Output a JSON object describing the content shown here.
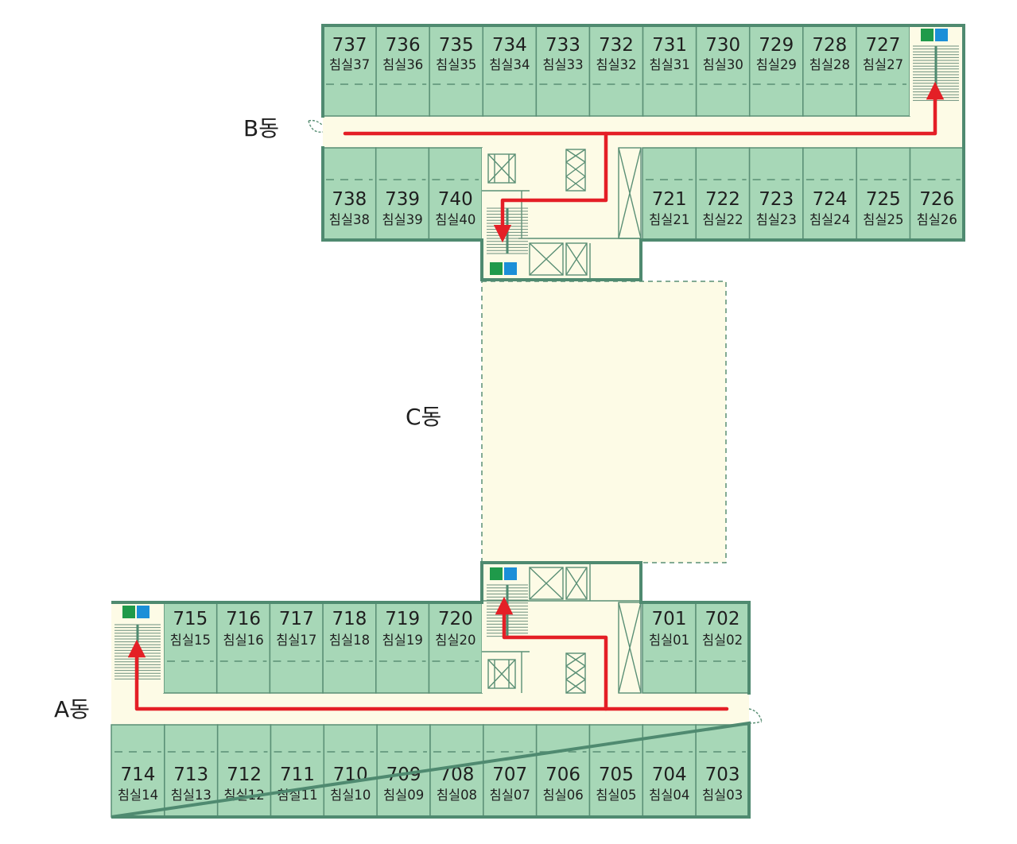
{
  "wings": {
    "a": "A동",
    "b": "B동",
    "c": "C동"
  },
  "rooms": {
    "b_top": [
      {
        "num": "737",
        "name": "침실37"
      },
      {
        "num": "736",
        "name": "침실36"
      },
      {
        "num": "735",
        "name": "침실35"
      },
      {
        "num": "734",
        "name": "침실34"
      },
      {
        "num": "733",
        "name": "침실33"
      },
      {
        "num": "732",
        "name": "침실32"
      },
      {
        "num": "731",
        "name": "침실31"
      },
      {
        "num": "730",
        "name": "침실30"
      },
      {
        "num": "729",
        "name": "침실29"
      },
      {
        "num": "728",
        "name": "침실28"
      },
      {
        "num": "727",
        "name": "침실27"
      }
    ],
    "b_bottom_left": [
      {
        "num": "738",
        "name": "침실38"
      },
      {
        "num": "739",
        "name": "침실39"
      },
      {
        "num": "740",
        "name": "침실40"
      }
    ],
    "b_bottom_right": [
      {
        "num": "721",
        "name": "침실21"
      },
      {
        "num": "722",
        "name": "침실22"
      },
      {
        "num": "723",
        "name": "침실23"
      },
      {
        "num": "724",
        "name": "침실24"
      },
      {
        "num": "725",
        "name": "침실25"
      },
      {
        "num": "726",
        "name": "침실26"
      }
    ],
    "a_top_left": [
      {
        "num": "715",
        "name": "침실15"
      },
      {
        "num": "716",
        "name": "침실16"
      },
      {
        "num": "717",
        "name": "침실17"
      },
      {
        "num": "718",
        "name": "침실18"
      },
      {
        "num": "719",
        "name": "침실19"
      },
      {
        "num": "720",
        "name": "침실20"
      }
    ],
    "a_top_right": [
      {
        "num": "701",
        "name": "침실01"
      },
      {
        "num": "702",
        "name": "침실02"
      }
    ],
    "a_bottom": [
      {
        "num": "714",
        "name": "침실14"
      },
      {
        "num": "713",
        "name": "침실13"
      },
      {
        "num": "712",
        "name": "침실12"
      },
      {
        "num": "711",
        "name": "침실11"
      },
      {
        "num": "710",
        "name": "침실10"
      },
      {
        "num": "709",
        "name": "침실09"
      },
      {
        "num": "708",
        "name": "침실08"
      },
      {
        "num": "707",
        "name": "침실07"
      },
      {
        "num": "706",
        "name": "침실06"
      },
      {
        "num": "705",
        "name": "침실05"
      },
      {
        "num": "704",
        "name": "침실04"
      },
      {
        "num": "703",
        "name": "침실03"
      }
    ]
  },
  "colors": {
    "room": "#a7d7b7",
    "corridor": "#fdfbe6",
    "wall": "#4f8a70",
    "route": "#e41f26",
    "exit_sign": "#1f9a4a",
    "stair_sign": "#1b8fd8"
  },
  "icons": {
    "exit": "emergency-exit-icon",
    "stairs": "stairs-icon",
    "elevator": "elevator-icon"
  }
}
